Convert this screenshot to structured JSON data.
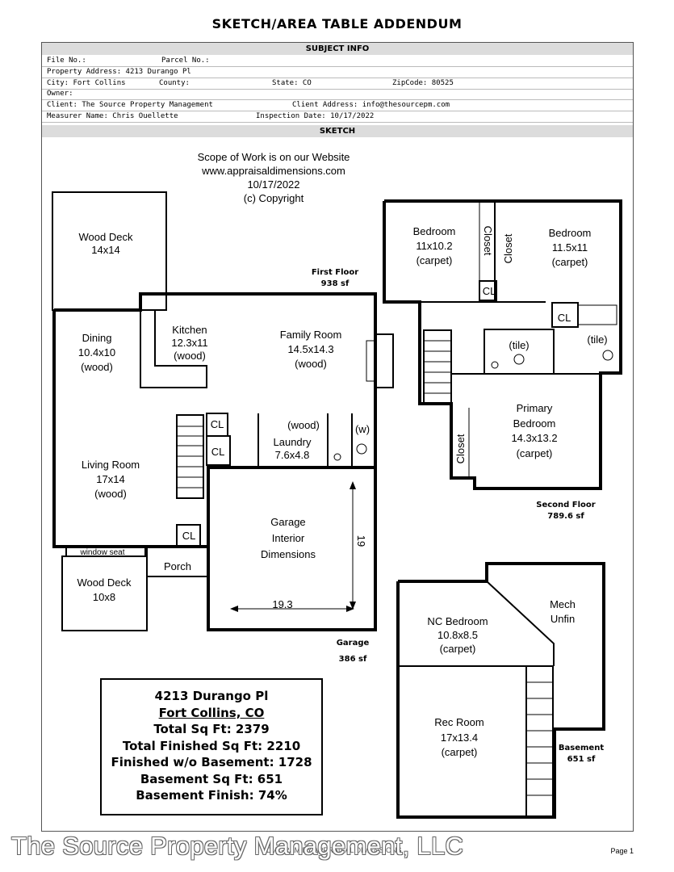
{
  "title": "SKETCH/AREA TABLE ADDENDUM",
  "subject_info": {
    "header": "SUBJECT INFO",
    "file_no": "File No.:",
    "parcel_no": "Parcel No.:",
    "property_address": "Property Address: 4213 Durango Pl",
    "city": "City: Fort Collins",
    "county": "County:",
    "state": "State: CO",
    "zip": "ZipCode: 80525",
    "owner": "Owner:",
    "client": "Client: The Source Property Management",
    "client_address": "Client Address: info@thesourcepm.com",
    "measurer": "Measurer Name: Chris Ouellette",
    "inspection_date": "Inspection Date: 10/17/2022"
  },
  "sketch": {
    "header": "SKETCH",
    "scope_lines": [
      "Scope of Work is on our Website",
      "www.appraisaldimensions.com",
      "10/17/2022",
      "(c) Copyright"
    ],
    "floors": {
      "first": {
        "name": "First Floor",
        "area": "938 sf"
      },
      "second": {
        "name": "Second Floor",
        "area": "789.6 sf"
      },
      "garage": {
        "name": "Garage",
        "area": "386 sf"
      },
      "basement": {
        "name": "Basement",
        "area": "651 sf"
      }
    },
    "rooms": {
      "wood_deck_top": [
        "Wood Deck",
        "14x14"
      ],
      "dining": [
        "Dining",
        "10.4x10",
        "(wood)"
      ],
      "kitchen": [
        "Kitchen",
        "12.3x11",
        "(wood)"
      ],
      "family_room": [
        "Family Room",
        "14.5x14.3",
        "(wood)"
      ],
      "living_room": [
        "Living Room",
        "17x14",
        "(wood)"
      ],
      "laundry_wood": "(wood)",
      "laundry": [
        "Laundry",
        "7.6x4.8"
      ],
      "laundry_w": "(w)",
      "window_seat": "window seat",
      "porch": "Porch",
      "wood_deck_bottom": [
        "Wood Deck",
        "10x8"
      ],
      "garage_interior": [
        "Garage",
        "Interior",
        "Dimensions"
      ],
      "garage_width": "19.3",
      "garage_depth": "19",
      "bedroom_1": [
        "Bedroom",
        "11x10.2",
        "(carpet)"
      ],
      "bedroom_2": [
        "Bedroom",
        "11.5x11",
        "(carpet)"
      ],
      "closet": "Closet",
      "cl": "CL",
      "tile": "(tile)",
      "primary_bedroom": [
        "Primary",
        "Bedroom",
        "14.3x13.2",
        "(carpet)"
      ],
      "nc_bedroom": [
        "NC Bedroom",
        "10.8x8.5",
        "(carpet)"
      ],
      "mech": [
        "Mech",
        "Unfin"
      ],
      "rec_room": [
        "Rec Room",
        "17x13.4",
        "(carpet)"
      ]
    }
  },
  "summary": {
    "address": "4213 Durango Pl",
    "city": "Fort Collins, CO",
    "total_sq_ft": "Total Sq Ft: 2379",
    "total_finished": "Total Finished Sq Ft: 2210",
    "finished_wo_basement": "Finished w/o Basement: 1728",
    "basement_sq_ft": "Basement Sq Ft: 651",
    "basement_finish": "Basement Finish: 74%"
  },
  "footer": {
    "watermark": "The Source Property Management, LLC",
    "middle": "DIAGRAM BY APPRAISAL DIMENSIONS",
    "page": "Page 1"
  }
}
